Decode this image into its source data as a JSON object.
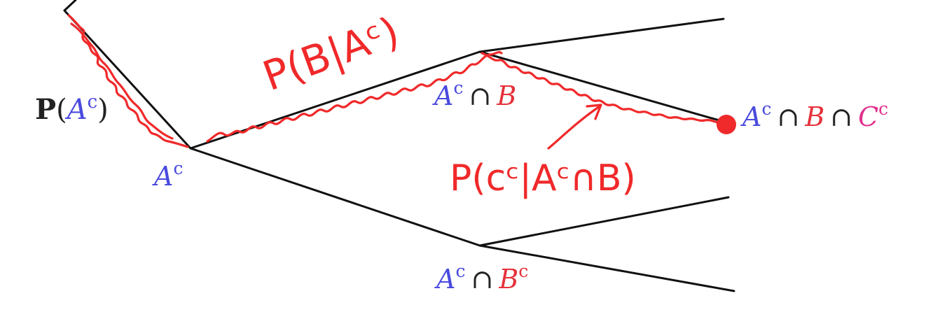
{
  "labels": {
    "p_ac": {
      "prefix": "P",
      "open": "(",
      "var": "A",
      "sup": "c",
      "close": ")"
    },
    "node_ac": {
      "var": "A",
      "sup": "c"
    },
    "node_ac_b": {
      "a": "A",
      "a_sup": "c",
      "cap": "∩",
      "b": "B"
    },
    "node_ac_bc": {
      "a": "A",
      "a_sup": "c",
      "cap": "∩",
      "b": "B",
      "b_sup": "c"
    },
    "node_ac_b_cc": {
      "a": "A",
      "a_sup": "c",
      "cap1": "∩",
      "b": "B",
      "cap2": "∩",
      "c": "C",
      "c_sup": "c"
    }
  },
  "annotations": {
    "p_b_given_ac": "P(B|Aᶜ)",
    "p_cc_given_ac_b": "P(cᶜ|Aᶜ∩B)"
  },
  "colors": {
    "line": "#111111",
    "a": "#4a4adf",
    "b": "#e5323b",
    "c": "#e0308e",
    "ink": "#f0292a",
    "text": "#222222"
  }
}
